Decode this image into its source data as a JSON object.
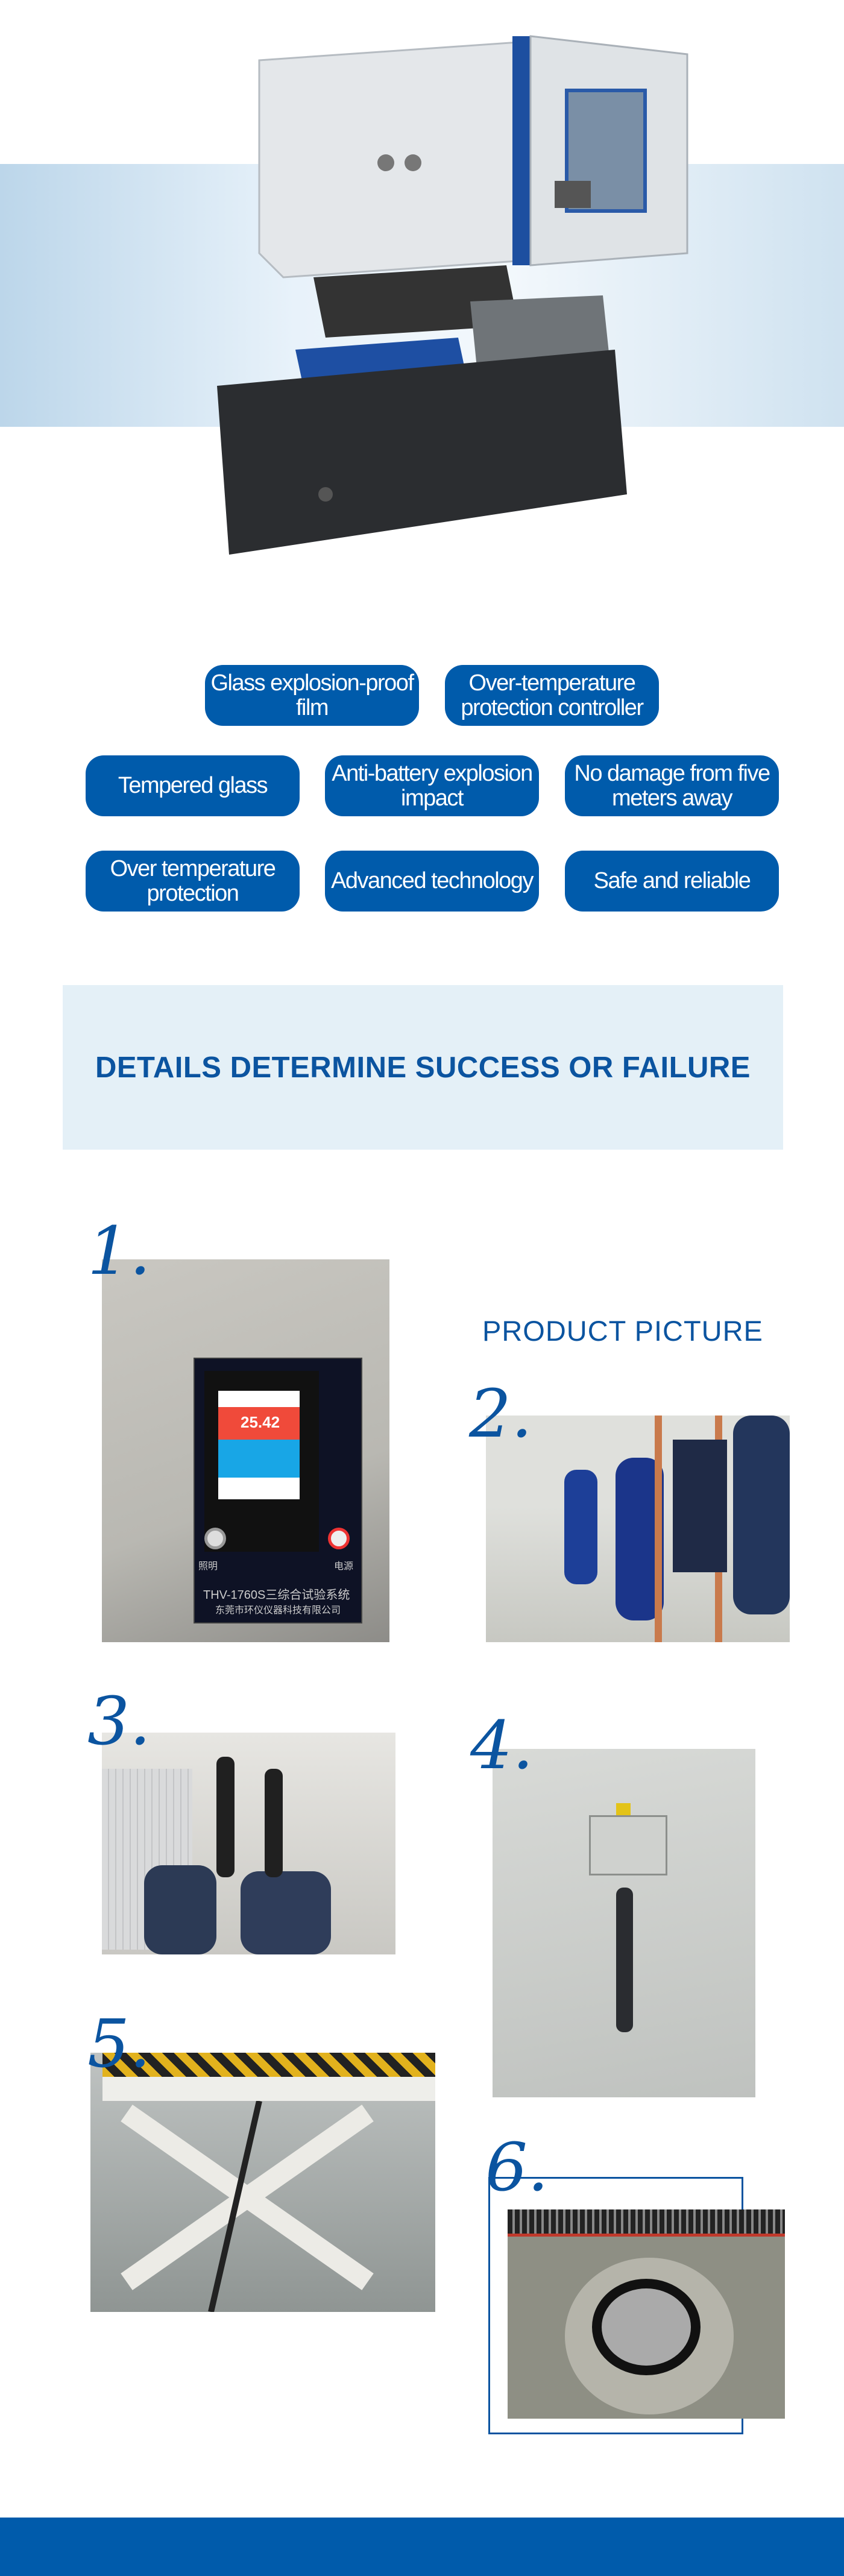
{
  "hero": {
    "image": "climate-vibration-combined-test-chamber"
  },
  "features": [
    "Glass explosion-proof film",
    "Over-temperature protection controller",
    "Tempered glass",
    "Anti-battery explosion impact",
    "No damage from five meters away",
    "Over temperature protection",
    "Advanced technology",
    "Safe and reliable"
  ],
  "banner": {
    "title": "DETAILS DETERMINE SUCCESS OR FAILURE"
  },
  "gallery": {
    "heading": "PRODUCT PICTURE",
    "items": [
      {
        "label": "1.",
        "image": "controller-panel",
        "screen_value": "25.42",
        "panel_text": "THV-1760S三综合试验系统",
        "company_text": "东莞市环仪仪器科技有限公司",
        "left_button": "照明",
        "right_button": "电源"
      },
      {
        "label": "2.",
        "image": "compressors-copper-pipes"
      },
      {
        "label": "3.",
        "image": "refrigeration-unit"
      },
      {
        "label": "4.",
        "image": "door-lock-handle"
      },
      {
        "label": "5.",
        "image": "scissor-lift"
      },
      {
        "label": "6.",
        "image": "vibration-table"
      }
    ]
  },
  "colors": {
    "brand_blue": "#005bab",
    "heading_blue": "#0b54a0",
    "banner_bg": "#e4f0f7"
  }
}
